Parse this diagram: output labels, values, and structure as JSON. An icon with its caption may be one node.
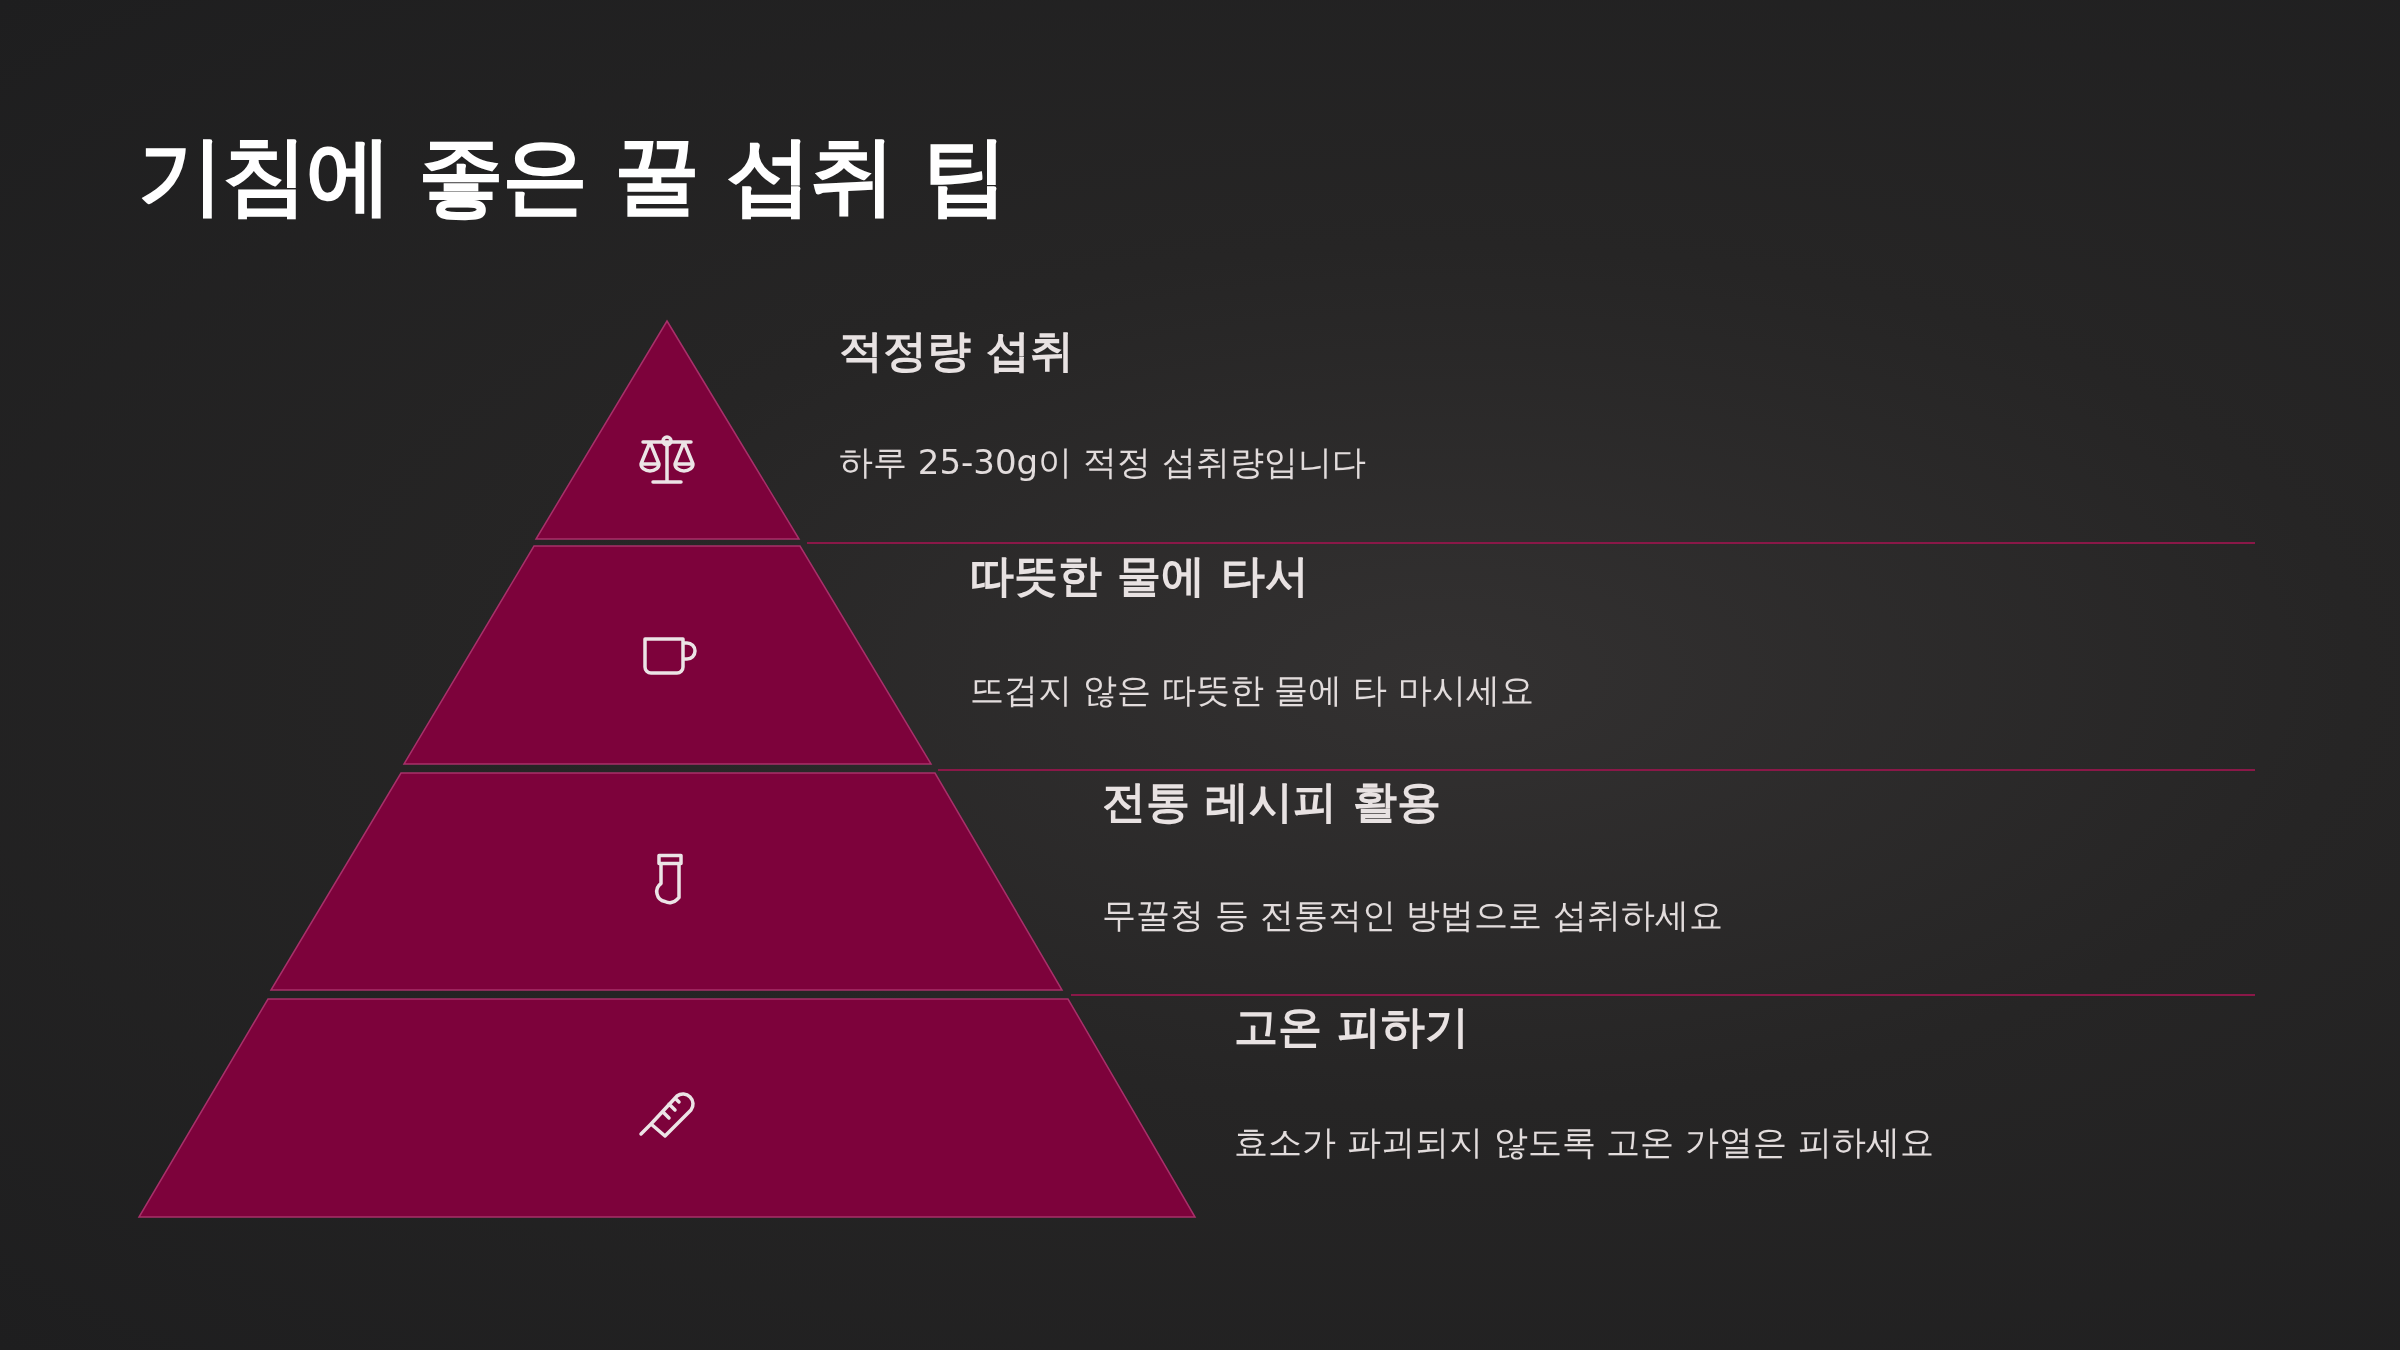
{
  "diagram": {
    "title": "기침에 좋은 꿀 섭취 팁",
    "nodes": [
      {
        "text": [],
        "shape": "triangle",
        "beside": [
          "적정량 섭취",
          "하루 25-30g이 적정 섭취량입니다"
        ]
      },
      {
        "text": [],
        "shape": "trapezoid",
        "beside": [
          "따뜻한 물에 타서",
          "뜨겁지 않은 따뜻한 물에 타 마시세요"
        ]
      },
      {
        "text": [],
        "shape": "trapezoid",
        "beside": [
          "전통 레시피 활용",
          "무꿀청 등 전통적인 방법으로 섭취하세요"
        ]
      },
      {
        "text": [],
        "shape": "trapezoid",
        "beside": [
          "고온 피하기",
          "효소가 파괴되지 않도록 고온 가열은 피하세요"
        ]
      }
    ]
  }
}
